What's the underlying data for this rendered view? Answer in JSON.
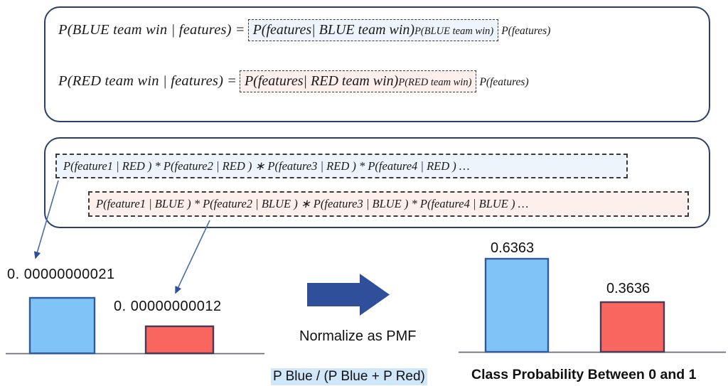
{
  "bayes_panel": {
    "equations": [
      {
        "id": "blue",
        "lhs": "P(BLUE team win | features)",
        "eq": "=",
        "numerator_main": "P(features| BLUE team win)",
        "numerator_prior": "P(BLUE team win)",
        "denominator": "P(features)",
        "highlight": "#eef4fb"
      },
      {
        "id": "red",
        "lhs": "P(RED team win | features)",
        "eq": "=",
        "numerator_main": "P(features| RED team win)",
        "numerator_prior": "P(RED team win)",
        "denominator": "P(features)",
        "highlight": "#fcefec"
      }
    ]
  },
  "naive_panel": {
    "red_product": "P(feature1 | RED ) * P(feature2 | RED )  ∗ P(feature3 | RED ) * P(feature4 | RED ) …",
    "blue_product": "P(feature1 | BLUE ) * P(feature2 | BLUE )  ∗ P(feature3 | BLUE ) * P(feature4 | BLUE ) …",
    "red_highlight": "#eef4fb",
    "blue_highlight": "#fcefec"
  },
  "left_chart": {
    "type": "bar",
    "categories": [
      "Blue",
      "Red"
    ],
    "values": [
      2.1e-10,
      1.2e-10
    ],
    "labels": [
      "0. 00000000021",
      "0. 00000000012"
    ],
    "colors": [
      "#7fc3f7",
      "#f9655f"
    ],
    "border_colors": [
      "#2e5c9a",
      "#4a3a58"
    ],
    "title": "",
    "xlabel": "",
    "ylabel": "",
    "grid": false
  },
  "right_chart": {
    "type": "bar",
    "categories": [
      "Blue",
      "Red"
    ],
    "values": [
      0.6363,
      0.3636
    ],
    "labels": [
      "0.6363",
      "0.3636"
    ],
    "colors": [
      "#7fc3f7",
      "#f9655f"
    ],
    "border_colors": [
      "#2e5c9a",
      "#4a3a58"
    ],
    "caption": "Class Probability Between 0 and 1",
    "ylim": [
      0,
      1
    ],
    "grid": false
  },
  "chart_data": [
    {
      "type": "bar",
      "name": "unnormalized-likelihoods",
      "categories": [
        "Blue",
        "Red"
      ],
      "values": [
        2.1e-10,
        1.2e-10
      ],
      "data_labels": [
        "0. 00000000021",
        "0. 00000000012"
      ],
      "title": "",
      "xlabel": "",
      "ylabel": "",
      "grid": false,
      "legend": "none"
    },
    {
      "type": "bar",
      "name": "normalized-class-probability",
      "categories": [
        "Blue",
        "Red"
      ],
      "values": [
        0.6363,
        0.3636
      ],
      "data_labels": [
        "0.6363",
        "0.3636"
      ],
      "title": "Class Probability Between 0 and 1",
      "xlabel": "",
      "ylabel": "",
      "ylim": [
        0,
        1
      ],
      "grid": false,
      "legend": "none"
    }
  ],
  "center": {
    "arrow_label": "Normalize as PMF",
    "formula": "P Blue / (P Blue + P Red)",
    "arrow_color": "#2f4f9b",
    "formula_highlight": "#cfe7f8"
  },
  "colors": {
    "panel_border": "#2b3e6b",
    "dash_border": "#3a3a3a",
    "connector": "#4a6fa5",
    "blue_fill": "#7fc3f7",
    "red_fill": "#f9655f",
    "axis": "#6b6b7b"
  }
}
